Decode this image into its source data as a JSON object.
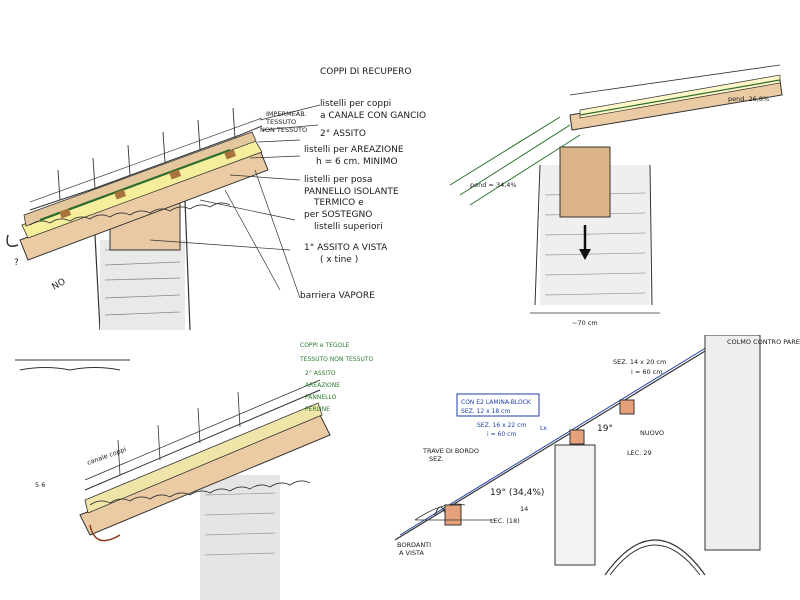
{
  "panel1": {
    "title": "COPPI DI RECUPERO",
    "labels": [
      "listelli per coppi",
      "a CANALE CON GANCIO",
      "2° ASSITO",
      "listelli per AREAZIONE",
      "h = 6 cm. MINIMO",
      "listelli per posa",
      "PANNELLO ISOLANTE",
      "TERMICO e",
      "per SOSTEGNO",
      "listelli superiori",
      "1° ASSITO A VISTA",
      "( x tine )",
      "barriera VAPORE"
    ],
    "side_labels": [
      "IMPERMEAB.",
      "TESSUTO",
      "NON TESSUTO"
    ],
    "marks": [
      "?",
      "NO"
    ]
  },
  "panel2": {
    "slope_right": "pend. 26,8%",
    "slope_left": "pend = 34,4%",
    "dimension": "~70 cm"
  },
  "panel3": {
    "labels": [
      "COPPI e TEGOLE",
      "TESSUTO NON TESSUTO",
      "2° ASSITO",
      "AREAZIONE",
      "PANNELLO",
      "PERLINE"
    ],
    "side_dim": "5 6",
    "vert_label": "canale coppi"
  },
  "panel4": {
    "top_label_a": "SEZ. 14 x 20 cm",
    "top_label_b": "i = 60 cm",
    "corner_note": "COLMO CONTRO PARETE",
    "boxed_a": "CON E2 LAMINA-BLOCK",
    "boxed_b": "SEZ. 12 x 18 cm",
    "blue_c": "SEZ. 16 x 22 cm",
    "blue_d": "i = 60 cm",
    "nuovo": "NUOVO",
    "angle_top": "19°",
    "angle_bottom": "19° (34,4%)",
    "lec_29": "LEC. 29",
    "lec_18": "LEC. (18)",
    "num_14": "14",
    "trave": "TRAVE DI BORDO",
    "trave_b": "SEZ.",
    "bordanti": "BORDANTI",
    "bordanti_b": "A VISTA",
    "lx": "Lx"
  }
}
